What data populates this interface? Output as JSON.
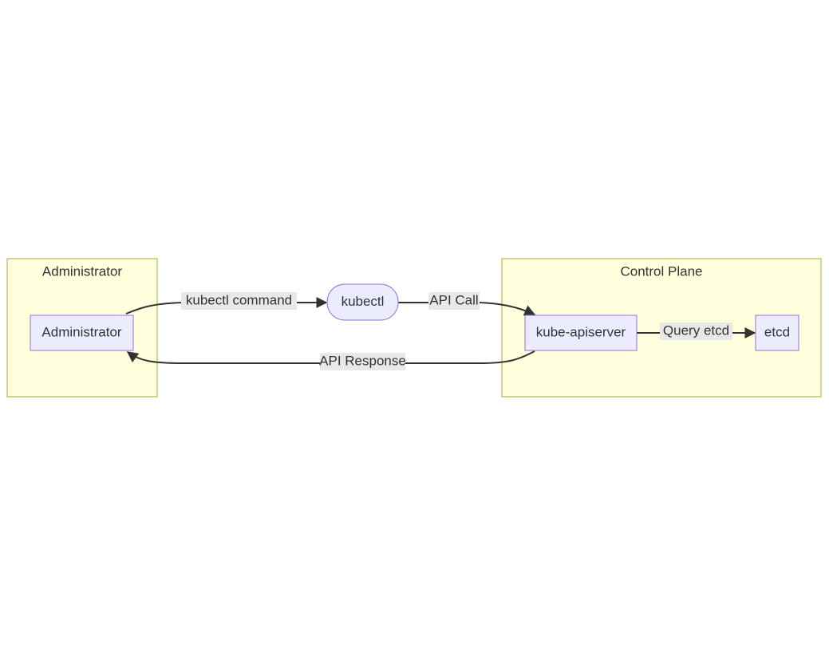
{
  "subgraphs": {
    "administrator": {
      "title": "Administrator"
    },
    "control_plane": {
      "title": "Control Plane"
    }
  },
  "nodes": {
    "administrator": "Administrator",
    "kubectl": "kubectl",
    "kube_apiserver": "kube-apiserver",
    "etcd": "etcd"
  },
  "edges": {
    "kubectl_command": "kubectl command",
    "api_call": "API Call",
    "query_etcd": "Query etcd",
    "api_response": "API Response"
  },
  "colors": {
    "subgraph_fill": "#ffffde",
    "subgraph_stroke": "#aaaa33",
    "node_fill": "#ececff",
    "node_stroke": "#9370db",
    "edge": "#333333",
    "label_bg": "#e8e8e8",
    "text": "#333333"
  }
}
